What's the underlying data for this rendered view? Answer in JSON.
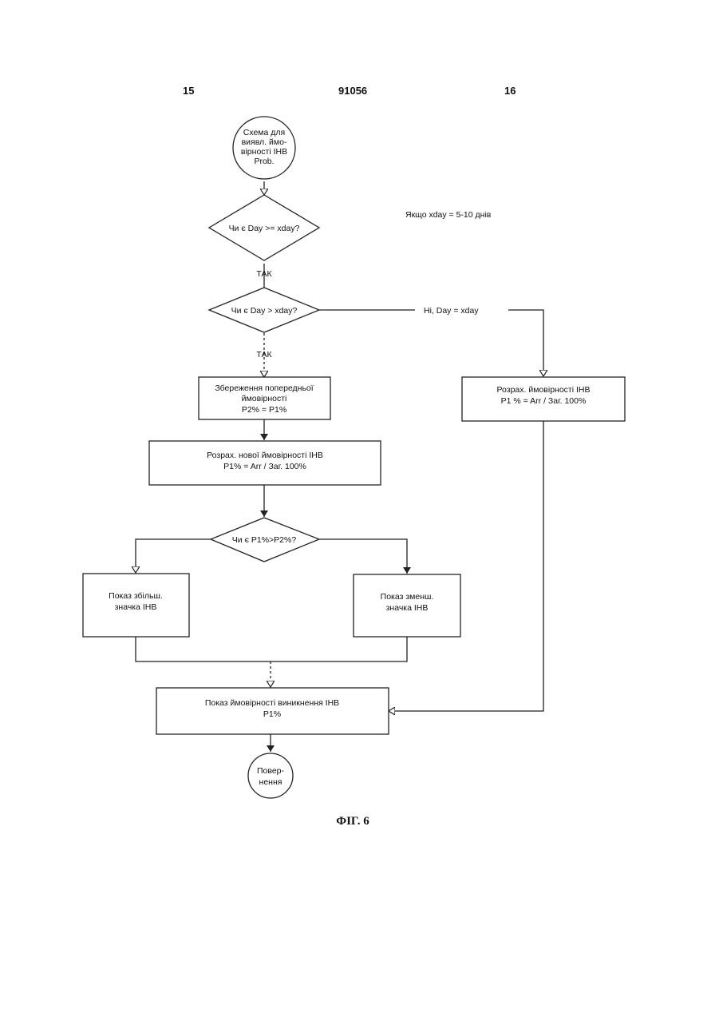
{
  "header": {
    "page_left": "15",
    "doc_number": "91056",
    "page_right": "16"
  },
  "diagram": {
    "start": [
      "Схема для",
      "виявл. ймо-",
      "вірності ІНВ",
      "Prob."
    ],
    "decision1": "Чи є Day >= xday?",
    "note": "Якщо xday = 5-10 днів",
    "yes1": "ТАК",
    "decision2": "Чи є Day > xday?",
    "no2": "Ні, Day = xday",
    "yes2": "ТАК",
    "save_prev": [
      "Збереження попередньої",
      "ймовірності",
      "P2% = P1%"
    ],
    "calc_right": [
      "Розрах. ймовірності ІНВ",
      "P1 % = Arr / Заг. 100%"
    ],
    "calc_new": [
      "Розрах. нової ймовірності ІНВ",
      "P1% = Arr / Заг. 100%"
    ],
    "decision3": "Чи є P1%>P2%?",
    "show_increase": [
      "Показ збільш.",
      "значка ІНВ"
    ],
    "show_decrease": [
      "Показ зменш.",
      "значка ІНВ"
    ],
    "show_prob": [
      "Показ ймовірності виникнення ІНВ",
      "P1%"
    ],
    "end": [
      "Повер-",
      "нення"
    ]
  },
  "caption": "ФІГ. 6"
}
